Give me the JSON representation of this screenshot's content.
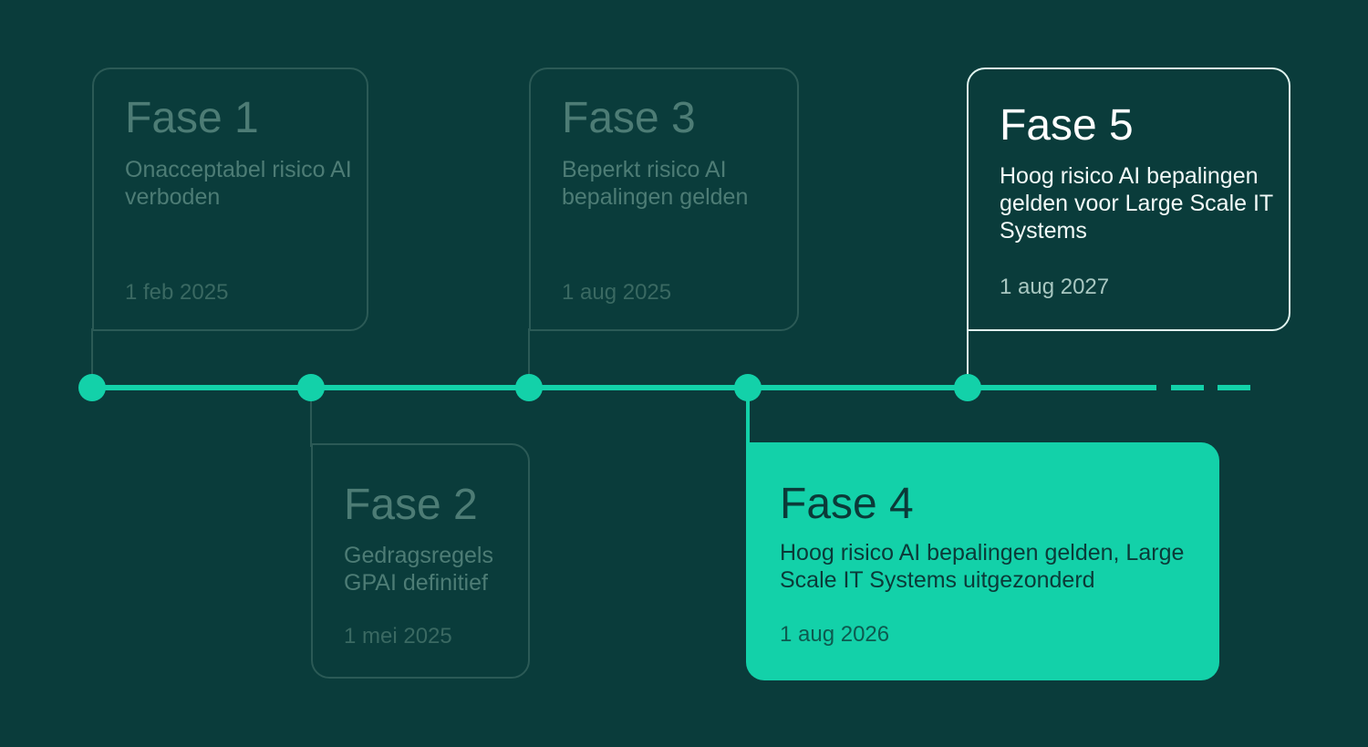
{
  "phases": [
    {
      "title": "Fase 1",
      "description": "Onacceptabel risico AI verboden",
      "date": "1 feb 2025"
    },
    {
      "title": "Fase 2",
      "description": "Gedragsregels GPAI definitief",
      "date": "1 mei 2025"
    },
    {
      "title": "Fase 3",
      "description": "Beperkt risico AI bepalingen gelden",
      "date": "1 aug 2025"
    },
    {
      "title": "Fase 4",
      "description": "Hoog risico AI bepalingen gelden, Large Scale IT Systems uitgezonderd",
      "date": "1 aug 2026"
    },
    {
      "title": "Fase 5",
      "description": "Hoog risico AI bepalingen gelden voor Large Scale IT Systems",
      "date": "1 aug 2027"
    }
  ],
  "colors": {
    "background": "#0a3c3b",
    "accent": "#13d1a9",
    "dim_border": "#2b5a56",
    "dim_text": "#4d7c75",
    "highlight_border": "#dff3ee"
  }
}
